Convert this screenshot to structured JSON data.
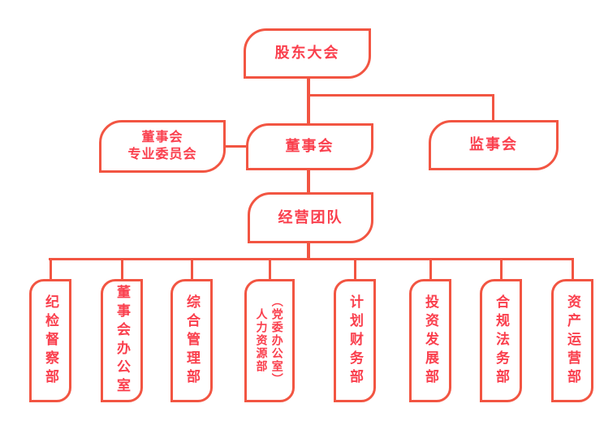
{
  "palette": {
    "line_color": "#f25542",
    "text_color": "#fa3f4d",
    "background": "#ffffff"
  },
  "org": {
    "shareholders": {
      "label": "股东大会"
    },
    "board_committee": {
      "line1": "董事会",
      "line2": "专业委员会"
    },
    "board": {
      "label": "董事会"
    },
    "supervisory": {
      "label": "监事会"
    },
    "management": {
      "label": "经营团队"
    },
    "departments": [
      {
        "label": "纪检督察部"
      },
      {
        "label": "董事会办公室"
      },
      {
        "label": "综合管理部"
      },
      {
        "label": "人力资源部",
        "sub_label": "（党委办公室）"
      },
      {
        "label": "计划财务部"
      },
      {
        "label": "投资发展部"
      },
      {
        "label": "合规法务部"
      },
      {
        "label": "资产运营部"
      }
    ]
  }
}
